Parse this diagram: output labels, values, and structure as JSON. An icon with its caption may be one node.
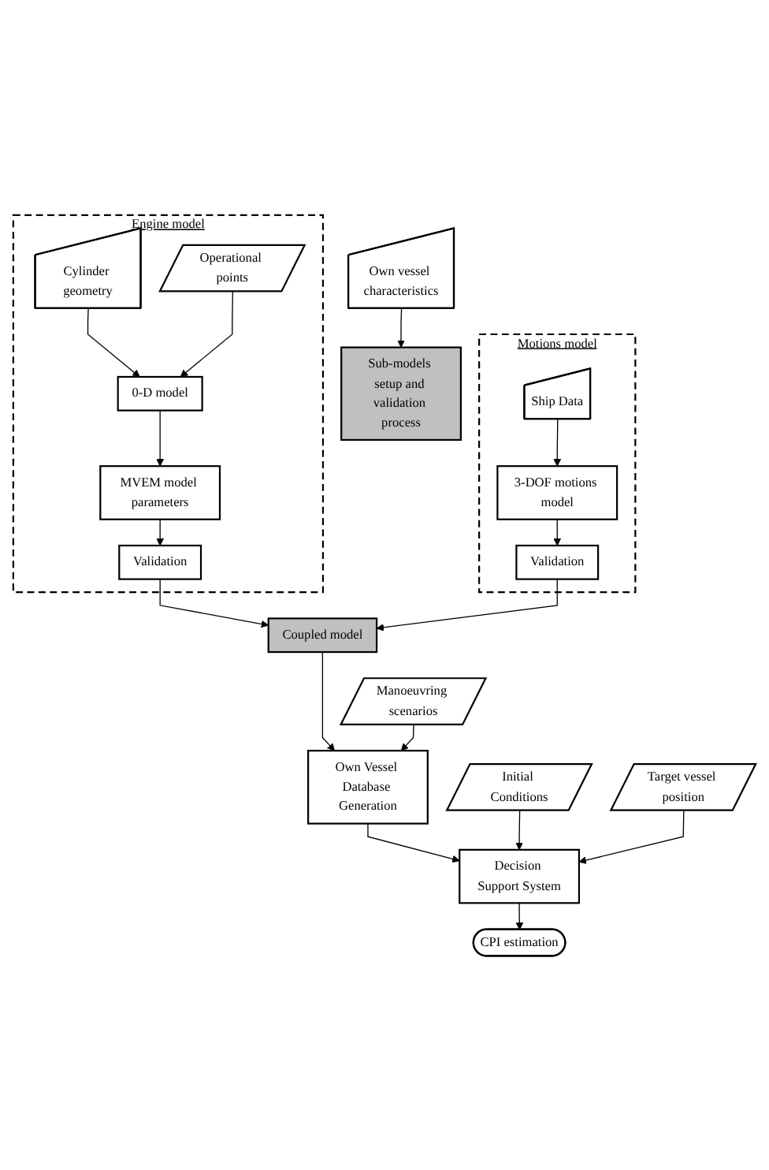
{
  "diagram": {
    "nodes": [
      {
        "text": [
          "Own vessel characteristics"
        ]
      },
      {
        "text": [
          "Sub-models setup and validation process"
        ]
      },
      {
        "text": [
          "Engine model"
        ]
      },
      {
        "text": [
          "Cylinder geometry"
        ],
        "in": 2
      },
      {
        "text": [
          "0-D model"
        ],
        "in": 2
      },
      {
        "text": [
          "Operational points"
        ],
        "in": 2
      },
      {
        "text": [
          "MVEM model parameters"
        ],
        "in": 2
      },
      {
        "text": [
          "Validation"
        ],
        "in": 2
      },
      {
        "text": [
          "Motions model"
        ]
      },
      {
        "text": [
          "Ship Data"
        ],
        "in": 8
      },
      {
        "text": [
          "3-DOF motions model"
        ],
        "in": 8
      },
      {
        "text": [
          "Validation"
        ],
        "in": 8
      },
      {
        "text": [
          "Coupled model"
        ]
      },
      {
        "text": [
          "Own Vessel Database Generation"
        ]
      },
      {
        "text": [
          "Manoeuvring scenarios"
        ]
      },
      {
        "text": [
          "Decision Support System"
        ]
      },
      {
        "text": [
          "Initial Conditions"
        ]
      },
      {
        "text": [
          "Target vessel position"
        ]
      },
      {
        "text": [
          "CPI estimation"
        ]
      }
    ],
    "edges": [
      {
        "from": 0,
        "to": 1,
        "arrow": "to"
      },
      {
        "from": 3,
        "to": 4,
        "arrow": "to"
      },
      {
        "from": 5,
        "to": 4,
        "arrow": "to"
      },
      {
        "from": 4,
        "to": 6,
        "arrow": "to"
      },
      {
        "from": 6,
        "to": 7,
        "arrow": "to"
      },
      {
        "from": 9,
        "to": 10,
        "arrow": "to"
      },
      {
        "from": 10,
        "to": 11,
        "arrow": "to"
      },
      {
        "from": 7,
        "to": 12,
        "arrow": "to"
      },
      {
        "from": 11,
        "to": 12,
        "arrow": "to"
      },
      {
        "from": 12,
        "to": 13,
        "arrow": "to"
      },
      {
        "from": 14,
        "to": 13,
        "arrow": "to"
      },
      {
        "from": 13,
        "to": 15,
        "arrow": "to"
      },
      {
        "from": 16,
        "to": 15,
        "arrow": "to"
      },
      {
        "from": 17,
        "to": 15,
        "arrow": "to"
      },
      {
        "from": 15,
        "to": 18,
        "arrow": "to"
      }
    ]
  }
}
